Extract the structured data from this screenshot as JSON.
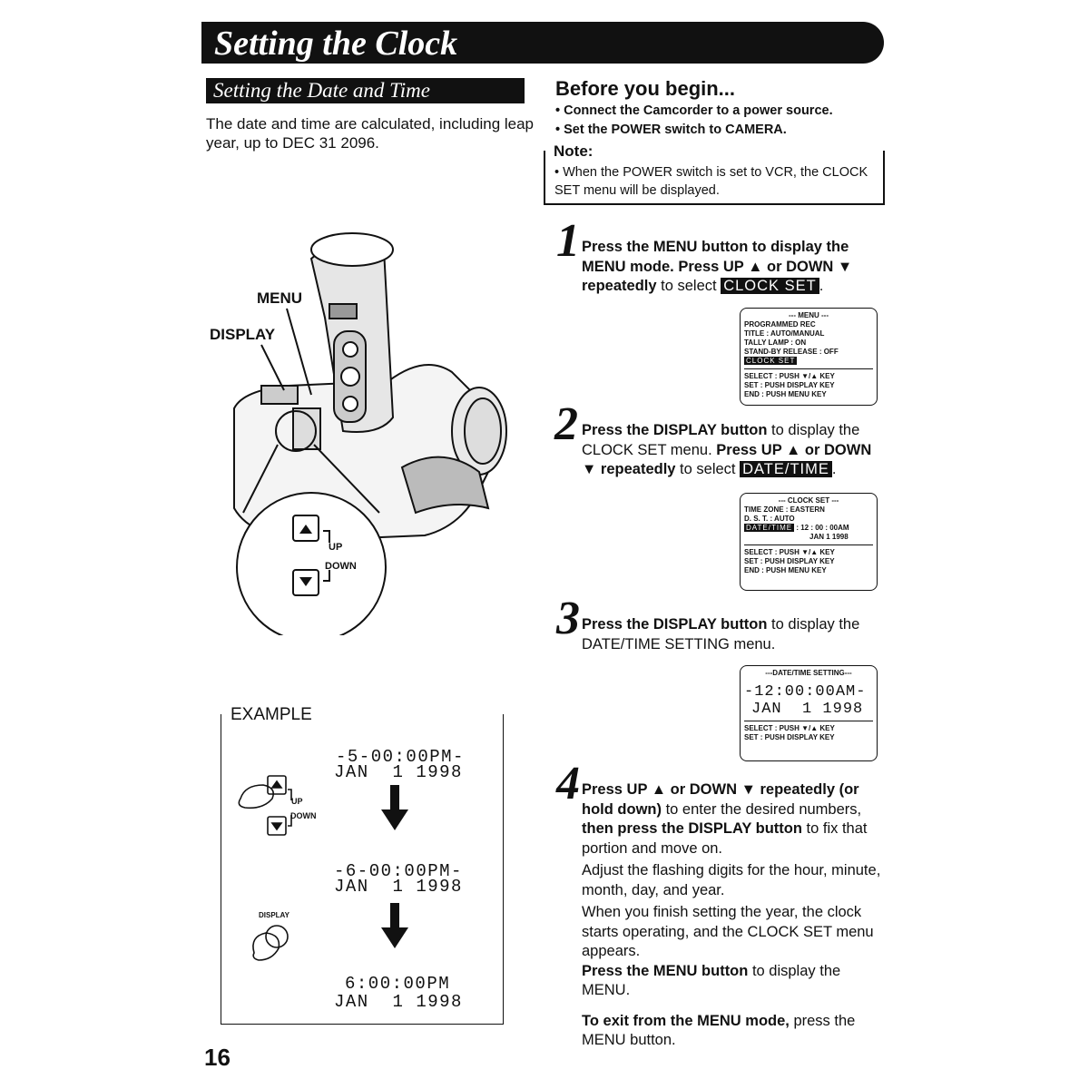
{
  "header": {
    "title": "Setting the Clock"
  },
  "section": {
    "title": "Setting the Date and Time",
    "intro": "The date and time are calculated, including leap year, up to DEC 31 2096."
  },
  "before": {
    "heading": "Before you begin...",
    "items": [
      "• Connect the Camcorder to a power source.",
      "• Set the POWER switch to CAMERA."
    ]
  },
  "note": {
    "label": "Note:",
    "text": "• When the POWER switch is set to VCR, the CLOCK SET menu will be displayed."
  },
  "illustration": {
    "menu_label": "MENU",
    "display_label": "DISPLAY",
    "up_label": "UP",
    "down_label": "DOWN"
  },
  "steps": [
    {
      "num": "1",
      "bold1": "Press the MENU button to display the MENU mode. Press UP ▲ or DOWN ▼ repeatedly",
      "plain1": " to select",
      "tag": "CLOCK SET",
      "end": "."
    },
    {
      "num": "2",
      "bold1": "Press the DISPLAY button",
      "plain1": " to display the CLOCK SET menu. ",
      "bold2": "Press UP ▲ or DOWN ▼ repeatedly",
      "plain2": " to select",
      "tag": "DATE/TIME",
      "end": "."
    },
    {
      "num": "3",
      "bold1": "Press the DISPLAY button",
      "plain1": " to display the DATE/TIME SETTING menu."
    },
    {
      "num": "4",
      "bold1": "Press UP ▲ or DOWN ▼ repeatedly (or hold down)",
      "plain1": " to enter the desired numbers, ",
      "bold2": "then press the DISPLAY button",
      "plain2": " to fix that portion and move on.",
      "para2": "Adjust the flashing digits for the hour, minute, month, day, and year.",
      "para3": "When you finish setting the year, the clock starts operating, and the CLOCK SET menu appears.",
      "bold3": "Press the MENU button",
      "plain3": " to display the MENU.",
      "bold4": "To exit from the MENU mode,",
      "plain4": " press the MENU button."
    }
  ],
  "lcd_menu": {
    "title": "--- MENU ---",
    "lines": [
      "PROGRAMMED REC",
      "TITLE          : AUTO/MANUAL",
      "TALLY LAMP         : ON",
      "STAND-BY RELEASE  : OFF"
    ],
    "selected": "CLOCK SET",
    "footer": [
      "SELECT : PUSH ▼/▲ KEY",
      "SET      : PUSH DISPLAY KEY",
      "END      : PUSH MENU KEY"
    ]
  },
  "lcd_clock": {
    "title": "--- CLOCK SET ---",
    "lines": [
      "TIME ZONE   : EASTERN",
      "D. S. T.       : AUTO"
    ],
    "selected": "DATE/TIME",
    "value1": ": 12 : 00 : 00AM",
    "value2": "JAN  1  1998",
    "footer": [
      "SELECT : PUSH ▼/▲ KEY",
      "SET      : PUSH DISPLAY KEY",
      "END      : PUSH MENU KEY"
    ]
  },
  "lcd_datetime": {
    "title": "---DATE/TIME SETTING---",
    "time": "-12:00:00AM-",
    "date": "JAN  1 1998",
    "footer": [
      "SELECT : PUSH ▼/▲ KEY",
      "SET      : PUSH DISPLAY KEY"
    ]
  },
  "example": {
    "label": "EXAMPLE",
    "rows": [
      {
        "time": "-5-00:00PM-",
        "date": "JAN  1 1998"
      },
      {
        "time": "-6-00:00PM-",
        "date": "JAN  1 1998"
      },
      {
        "time": "6:00:00PM",
        "date": "JAN  1 1998"
      }
    ],
    "up_label": "UP",
    "down_label": "DOWN",
    "display_label": "DISPLAY"
  },
  "page_number": "16"
}
